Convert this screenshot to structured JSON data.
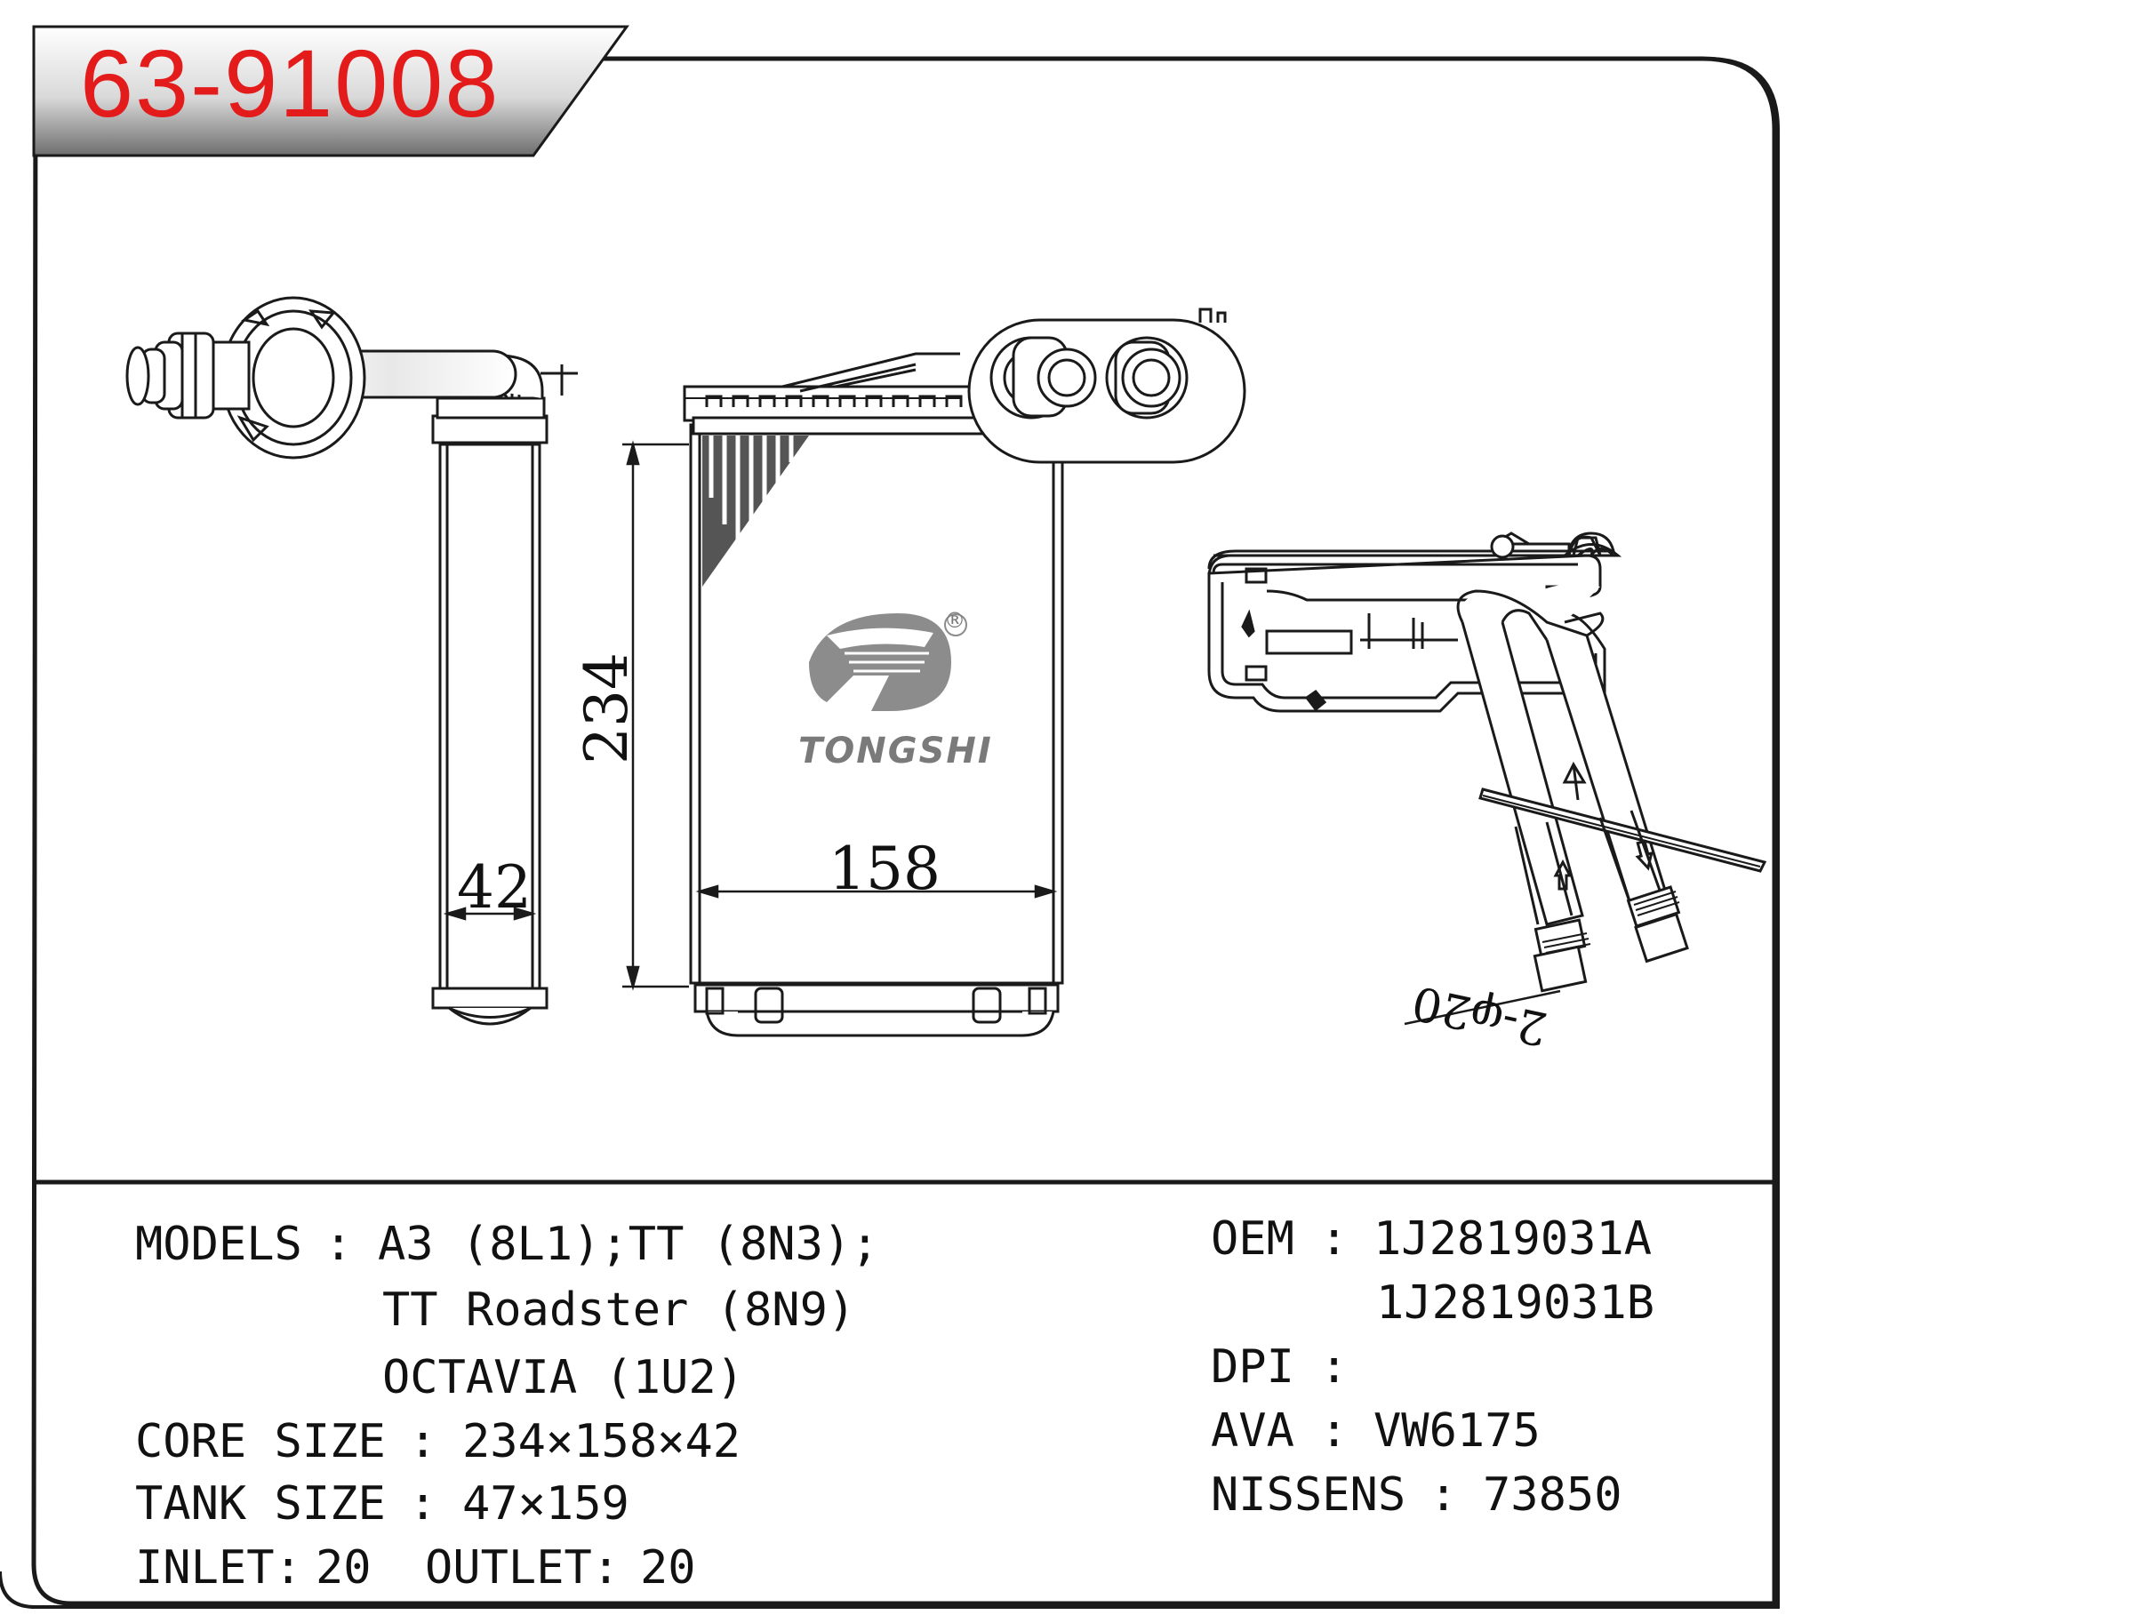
{
  "part_code": "63-91008",
  "brand": {
    "name": "TONGSHI",
    "registered_mark": "®"
  },
  "dimensions": {
    "height": "234",
    "width": "158",
    "depth": "42",
    "pipes": "2-φ20"
  },
  "specs": {
    "models_label": "MODELS",
    "models_sep": ":",
    "models_line1": "A3 (8L1);TT (8N3);",
    "models_line2": "TT Roadster (8N9)",
    "models_line3": "OCTAVIA (1U2)",
    "core_size_label": "CORE SIZE",
    "core_size_sep": ":",
    "core_size_value": "234×158×42",
    "tank_size_label": "TANK SIZE",
    "tank_size_sep": ":",
    "tank_size_value": "47×159",
    "inlet_label": "INLET:",
    "inlet_value": "20",
    "outlet_label": "OUTLET:",
    "outlet_value": "20",
    "oem_label": "OEM",
    "oem_sep": ":",
    "oem_value1": "1J2819031A",
    "oem_value2": "1J2819031B",
    "dpi_label": "DPI",
    "dpi_sep": ":",
    "ava_label": "AVA",
    "ava_sep": ":",
    "ava_value": "VW6175",
    "nissens_label": "NISSENS",
    "nissens_sep": ":",
    "nissens_value": "73850"
  }
}
